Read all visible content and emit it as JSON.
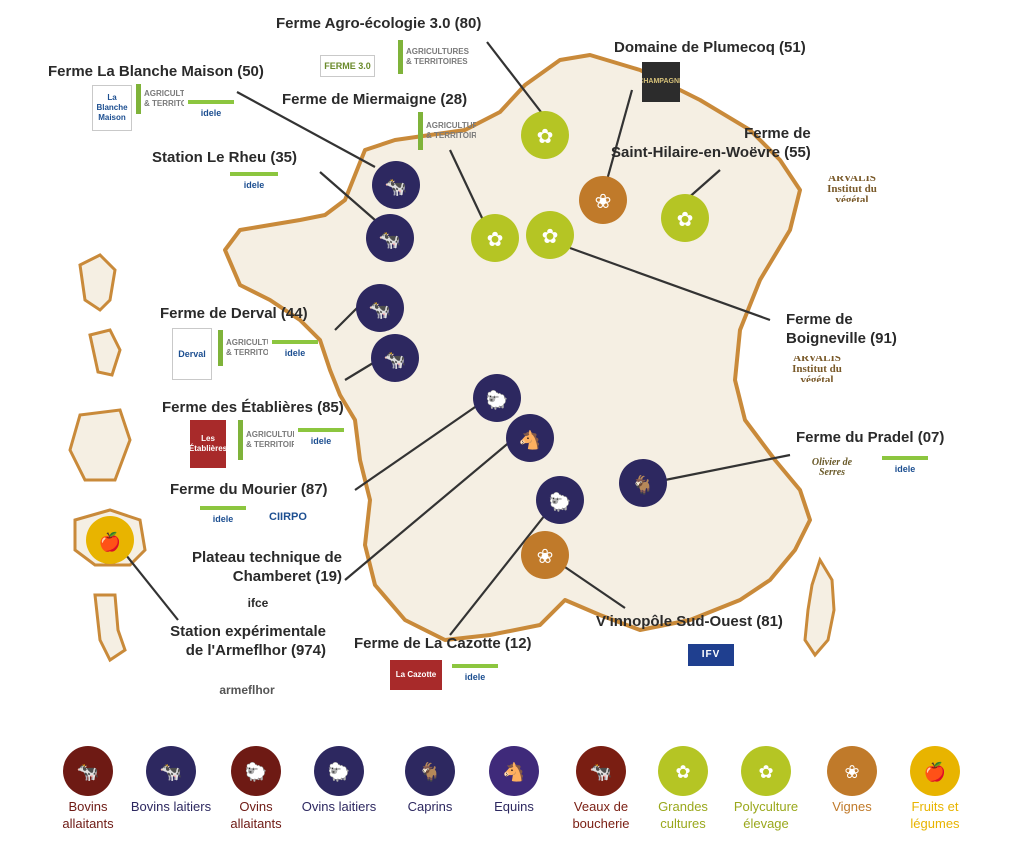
{
  "farms": [
    {
      "name": "Ferme Agro-écologie 3.0 (80)",
      "logos": [
        "FERME 3.0",
        "AGRICULTURES & TERRITOIRES"
      ]
    },
    {
      "name": "Domaine de Plumecoq (51)",
      "logos": [
        "CHAMPAGNE"
      ]
    },
    {
      "name": "Ferme La Blanche Maison (50)",
      "logos": [
        "La Blanche Maison",
        "AGRICULTURES & TERRITOIRES",
        "idele"
      ]
    },
    {
      "name": "Ferme de Miermaigne (28)",
      "logos": [
        "AGRICULTURES & TERRITOIRES"
      ]
    },
    {
      "name": "Station Le Rheu (35)",
      "logos": [
        "idele"
      ]
    },
    {
      "name": "Ferme de",
      "name2": "Saint-Hilaire-en-Woëvre (55)",
      "logos": [
        "ARVALIS Institut du végétal"
      ]
    },
    {
      "name": "Ferme de Derval (44)",
      "logos": [
        "Derval",
        "AGRICULTURES & TERRITOIRES",
        "idele"
      ]
    },
    {
      "name": "Ferme de",
      "name2": "Boigneville (91)",
      "logos": [
        "ARVALIS Institut du végétal"
      ]
    },
    {
      "name": "Ferme des Établières (85)",
      "logos": [
        "Les Établières",
        "AGRICULTURES & TERRITOIRES",
        "idele"
      ]
    },
    {
      "name": "Ferme du Pradel (07)",
      "logos": [
        "Olivier de Serres",
        "idele"
      ]
    },
    {
      "name": "Ferme du Mourier (87)",
      "logos": [
        "idele",
        "CIIRPO"
      ]
    },
    {
      "name": "Plateau technique de",
      "name2": "Chamberet (19)",
      "logos": [
        "ifce"
      ]
    },
    {
      "name": "Station expérimentale",
      "name2": "de l'Armeflhor (974)",
      "logos": [
        "armeflhor"
      ]
    },
    {
      "name": "Ferme de La Cazotte (12)",
      "logos": [
        "La Cazotte",
        "idele"
      ]
    },
    {
      "name": "V'innopôle Sud-Ouest (81)",
      "logos": [
        "IFV"
      ]
    }
  ],
  "legend": [
    {
      "label": "Bovins allaitants",
      "icon": "cow-icon",
      "color": "#6e1a14"
    },
    {
      "label": "Bovins laitiers",
      "icon": "cow-icon",
      "color": "#2d2860"
    },
    {
      "label": "Ovins allaitants",
      "icon": "sheep-icon",
      "color": "#6e1a14"
    },
    {
      "label": "Ovins laitiers",
      "icon": "sheep-icon",
      "color": "#2d2860"
    },
    {
      "label": "Caprins",
      "icon": "goat-icon",
      "color": "#2d2860"
    },
    {
      "label": "Equins",
      "icon": "horse-icon",
      "color": "#3f2a7a"
    },
    {
      "label": "Veaux de boucherie",
      "icon": "calf-icon",
      "color": "#7a1e12"
    },
    {
      "label": "Grandes cultures",
      "icon": "wheat-icon",
      "color": "#b5c524"
    },
    {
      "label": "Polyculture élevage",
      "icon": "wheat-cow-icon",
      "color": "#b5c524"
    },
    {
      "label": "Vignes",
      "icon": "grapes-icon",
      "color": "#c07a2a"
    },
    {
      "label": "Fruits et légumes",
      "icon": "fruit-icon",
      "color": "#e8b400"
    }
  ],
  "colors": {
    "map_fill": "#f5efe3",
    "map_border": "#c98a3a",
    "livestock": "#2d2860",
    "crops": "#b5c524",
    "vines": "#c07a2a",
    "fruit": "#e8b400"
  }
}
